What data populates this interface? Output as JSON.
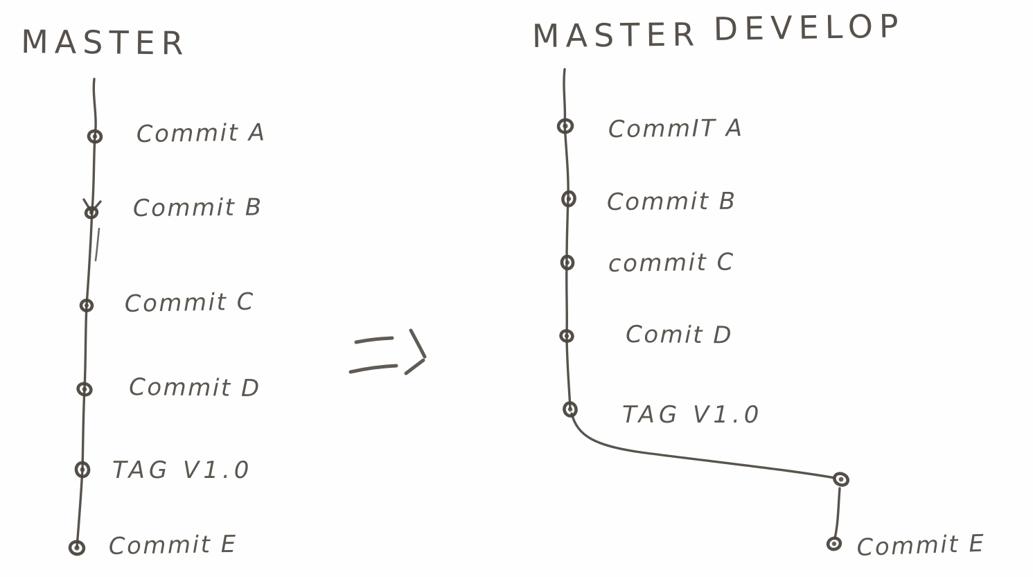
{
  "colors": {
    "ink": "#4a443e",
    "paper": "#fefefe"
  },
  "before": {
    "branch_label": "MASTER",
    "commits": [
      {
        "label": "Commit A"
      },
      {
        "label": "Commit B"
      },
      {
        "label": "Commit C"
      },
      {
        "label": "Commit D"
      },
      {
        "label": "TAG V1.0"
      },
      {
        "label": "Commit E"
      }
    ]
  },
  "arrow": {
    "symbol": "=>"
  },
  "after": {
    "master_label": "MASTER",
    "develop_label": "DEVELOP",
    "master_commits": [
      {
        "label": "CommIT A"
      },
      {
        "label": "Commit B"
      },
      {
        "label": "commit C"
      },
      {
        "label": "Comit D"
      },
      {
        "label": "TAG V1.0"
      }
    ],
    "develop_commits": [
      {
        "label": "Commit E"
      }
    ]
  }
}
